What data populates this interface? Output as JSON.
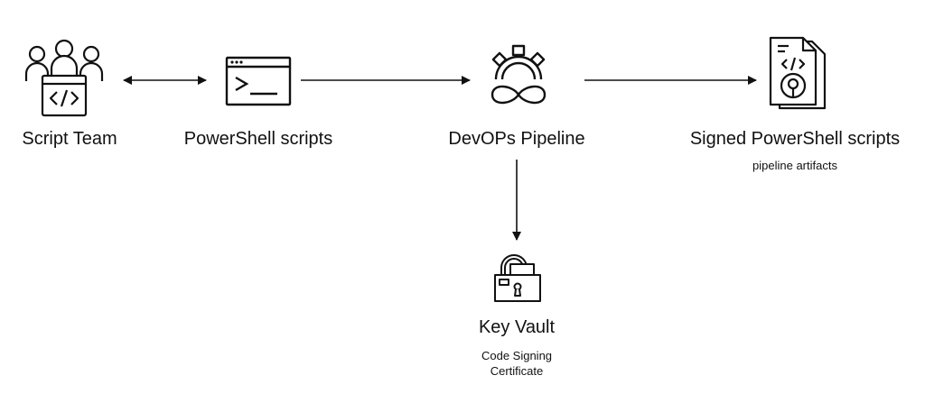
{
  "nodes": {
    "script_team": {
      "label": "Script Team",
      "icon": "team-code-icon"
    },
    "powershell_scripts": {
      "label": "PowerShell scripts",
      "icon": "terminal-icon"
    },
    "devops_pipeline": {
      "label": "DevOPs Pipeline",
      "icon": "gear-infinity-icon"
    },
    "signed_scripts": {
      "label": "Signed PowerShell scripts",
      "sublabel": "pipeline artifacts",
      "icon": "signed-document-icon"
    },
    "key_vault": {
      "label": "Key Vault",
      "sublabel_line1": "Code Signing",
      "sublabel_line2": "Certificate",
      "icon": "locked-box-icon"
    }
  },
  "edges": [
    {
      "from": "Script Team",
      "to": "PowerShell scripts",
      "direction": "bidirectional"
    },
    {
      "from": "PowerShell scripts",
      "to": "DevOPs Pipeline",
      "direction": "forward"
    },
    {
      "from": "DevOPs Pipeline",
      "to": "Signed PowerShell scripts",
      "direction": "forward"
    },
    {
      "from": "DevOPs Pipeline",
      "to": "Key Vault",
      "direction": "forward"
    }
  ],
  "colors": {
    "ink": "#111111",
    "background": "#ffffff"
  }
}
